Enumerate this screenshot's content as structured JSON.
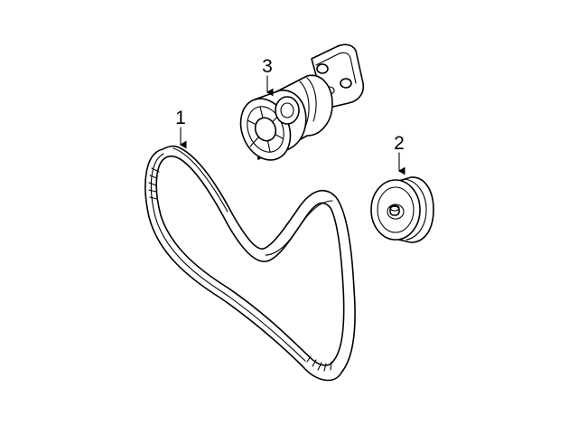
{
  "callouts": [
    {
      "id": "belt",
      "label": "1"
    },
    {
      "id": "idler",
      "label": "2"
    },
    {
      "id": "tensioner",
      "label": "3"
    }
  ]
}
